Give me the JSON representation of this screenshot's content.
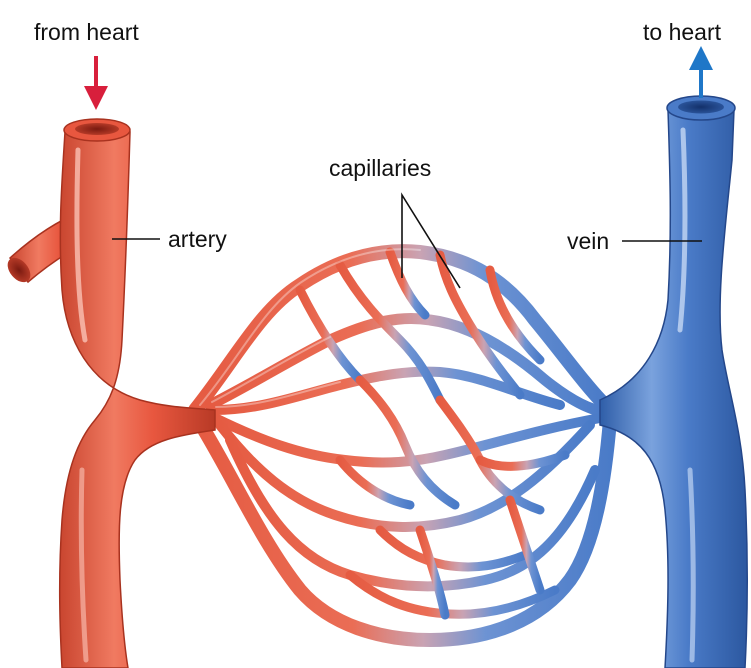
{
  "labels": {
    "from_heart": "from heart",
    "to_heart": "to heart",
    "capillaries": "capillaries",
    "artery": "artery",
    "vein": "vein"
  },
  "colors": {
    "artery": "#e8573f",
    "artery_dark": "#b83a26",
    "artery_light": "#f6a08c",
    "vein": "#4a7bc8",
    "vein_dark": "#2c58a0",
    "vein_light": "#8fb0e2",
    "mixed": "#c9a0b0",
    "arrow_in": "#d81f3c",
    "arrow_out": "#1f77c8",
    "leader_line": "#111111"
  }
}
